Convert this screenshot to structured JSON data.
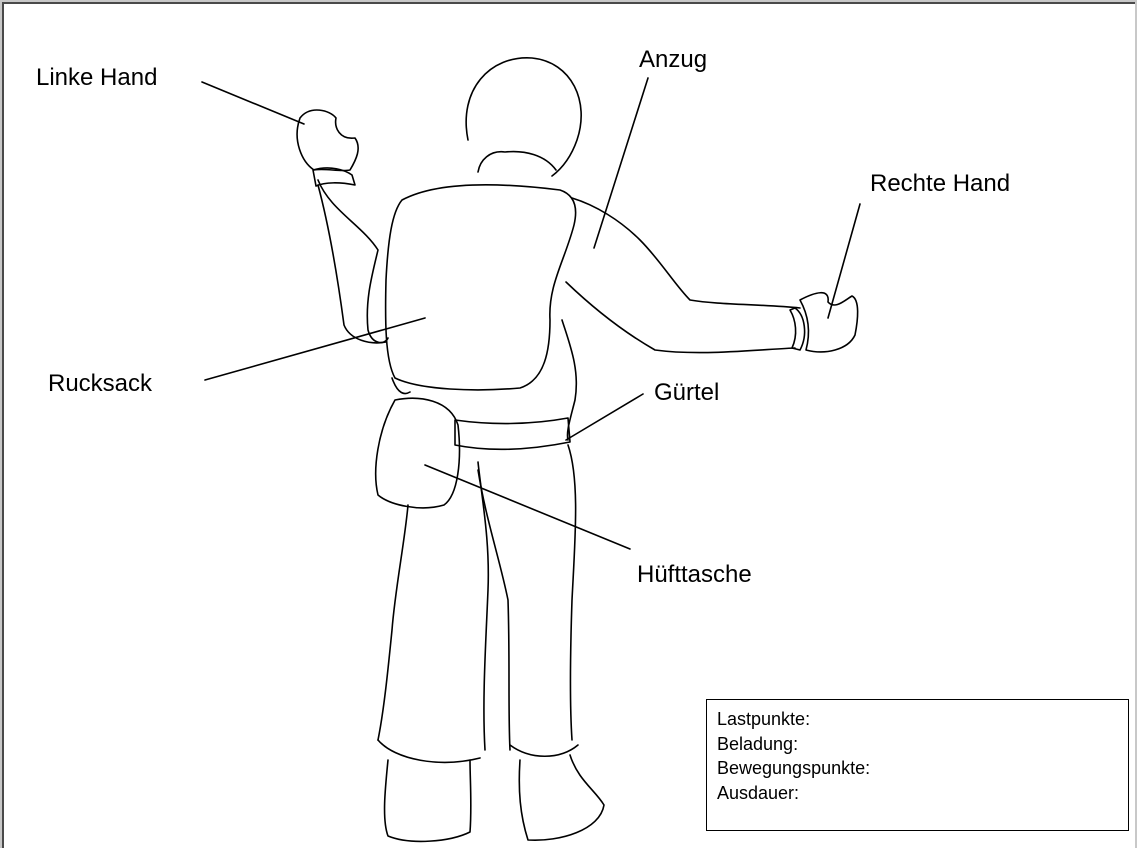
{
  "labels": {
    "left_hand": "Linke Hand",
    "suit": "Anzug",
    "right_hand": "Rechte Hand",
    "backpack": "Rucksack",
    "belt": "Gürtel",
    "hip_bag": "Hüfttasche"
  },
  "stats": {
    "load_points": "Lastpunkte:",
    "loading": "Beladung:",
    "movement_points": "Bewegungspunkte:",
    "endurance": "Ausdauer:"
  },
  "colors": {
    "ink": "#000000",
    "frame": "#4a4a4a",
    "background": "#c8c8c8"
  }
}
